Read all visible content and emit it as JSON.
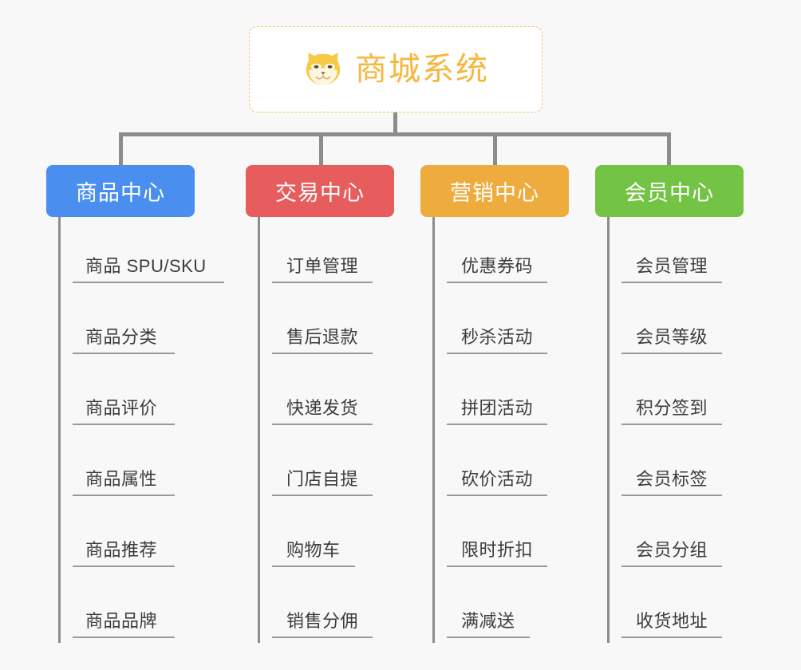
{
  "diagram": {
    "type": "mindmap",
    "background_color": "#f8f8f8",
    "root": {
      "title": "商城系统",
      "icon": "shiba-dog-face-icon",
      "text_color": "#f5b73d",
      "border_color": "#f0c060",
      "background_color": "#ffffff"
    },
    "branches": [
      {
        "label": "商品中心",
        "color": "#4a8ef0",
        "items": [
          "商品 SPU/SKU",
          "商品分类",
          "商品评价",
          "商品属性",
          "商品推荐",
          "商品品牌"
        ]
      },
      {
        "label": "交易中心",
        "color": "#e75c5c",
        "items": [
          "订单管理",
          "售后退款",
          "快递发货",
          "门店自提",
          "购物车",
          "销售分佣"
        ]
      },
      {
        "label": "营销中心",
        "color": "#eeab3e",
        "items": [
          "优惠券码",
          "秒杀活动",
          "拼团活动",
          "砍价活动",
          "限时折扣",
          "满减送"
        ]
      },
      {
        "label": "会员中心",
        "color": "#73c344",
        "items": [
          "会员管理",
          "会员等级",
          "积分签到",
          "会员标签",
          "会员分组",
          "收货地址"
        ]
      }
    ],
    "connector_color": "#8c8c8c",
    "leaf_text_color": "#3c3c3c",
    "leaf_underline_color": "#9a9a9a"
  }
}
